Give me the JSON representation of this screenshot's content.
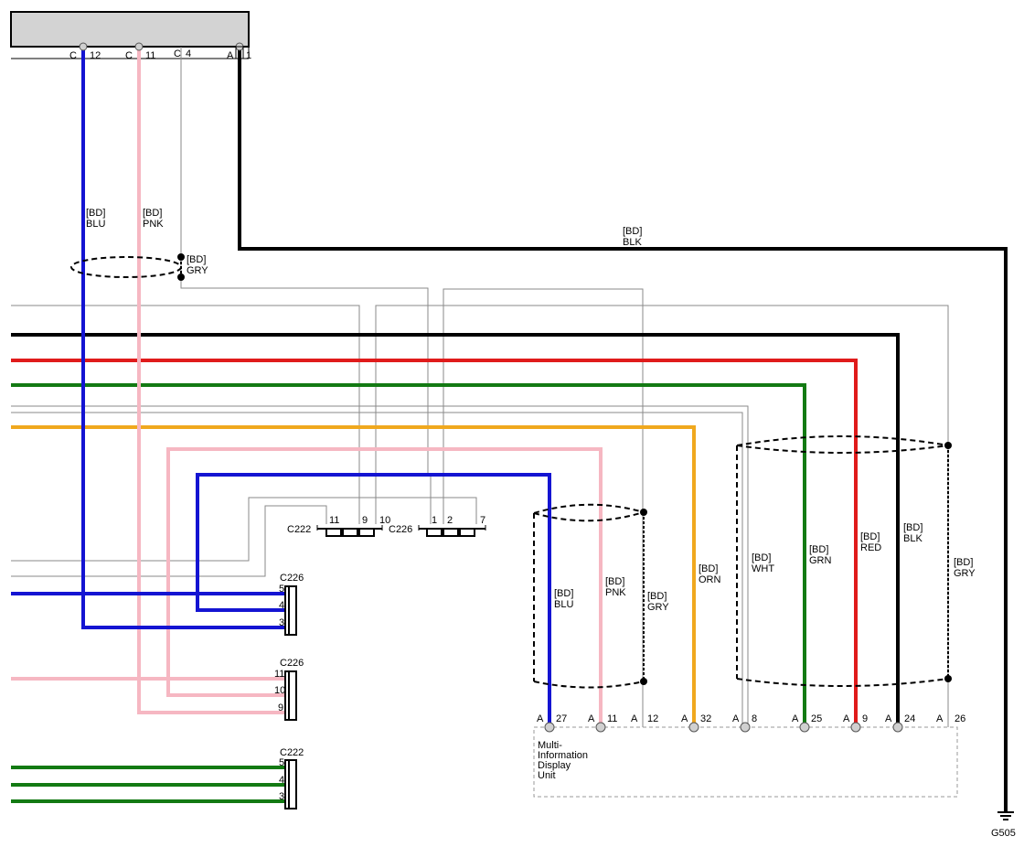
{
  "top_module": {
    "pins": [
      {
        "connector": "C",
        "pin": "12"
      },
      {
        "connector": "C",
        "pin": "11"
      },
      {
        "connector": "C",
        "pin": "4"
      },
      {
        "connector": "A",
        "pin": "1"
      }
    ]
  },
  "wire_labels": {
    "top_blu": {
      "prefix": "[BD]",
      "color": "BLU"
    },
    "top_pnk": {
      "prefix": "[BD]",
      "color": "PNK"
    },
    "top_gry": {
      "prefix": "[BD]",
      "color": "GRY"
    },
    "top_blk": {
      "prefix": "[BD]",
      "color": "BLK"
    },
    "mid_blu": {
      "prefix": "[BD]",
      "color": "BLU"
    },
    "mid_pnk": {
      "prefix": "[BD]",
      "color": "PNK"
    },
    "mid_gry": {
      "prefix": "[BD]",
      "color": "GRY"
    },
    "mid_orn": {
      "prefix": "[BD]",
      "color": "ORN"
    },
    "mid_wht": {
      "prefix": "[BD]",
      "color": "WHT"
    },
    "mid_grn": {
      "prefix": "[BD]",
      "color": "GRN"
    },
    "mid_red": {
      "prefix": "[BD]",
      "color": "RED"
    },
    "mid_blk": {
      "prefix": "[BD]",
      "color": "BLK"
    },
    "mid_gry2": {
      "prefix": "[BD]",
      "color": "GRY"
    }
  },
  "inline_connectors": {
    "c222_top": {
      "name": "C222",
      "pins": [
        "11",
        "9",
        "10"
      ]
    },
    "c226_top": {
      "name": "C226",
      "pins": [
        "1",
        "2",
        "7"
      ]
    },
    "c226_a": {
      "name": "C226",
      "pins": [
        "5",
        "4",
        "3"
      ]
    },
    "c226_b": {
      "name": "C226",
      "pins": [
        "11",
        "10",
        "9"
      ]
    },
    "c222_b": {
      "name": "C222",
      "pins": [
        "5",
        "4",
        "3"
      ]
    }
  },
  "display_unit": {
    "name_lines": [
      "Multi-",
      "Information",
      "Display",
      "Unit"
    ],
    "pins": [
      {
        "connector": "A",
        "pin": "27"
      },
      {
        "connector": "A",
        "pin": "11"
      },
      {
        "connector": "A",
        "pin": "12"
      },
      {
        "connector": "A",
        "pin": "32"
      },
      {
        "connector": "A",
        "pin": "8"
      },
      {
        "connector": "A",
        "pin": "25"
      },
      {
        "connector": "A",
        "pin": "9"
      },
      {
        "connector": "A",
        "pin": "24"
      },
      {
        "connector": "A",
        "pin": "26"
      }
    ]
  },
  "ground": {
    "label": "G505"
  },
  "colors": {
    "blu": "#1414d2",
    "pnk": "#f6b7c2",
    "blk": "#000000",
    "red": "#e01b1b",
    "grn": "#137a13",
    "orn": "#f0a81e",
    "gry": "#8a8a8a",
    "module_fill": "#d3d3d3"
  }
}
